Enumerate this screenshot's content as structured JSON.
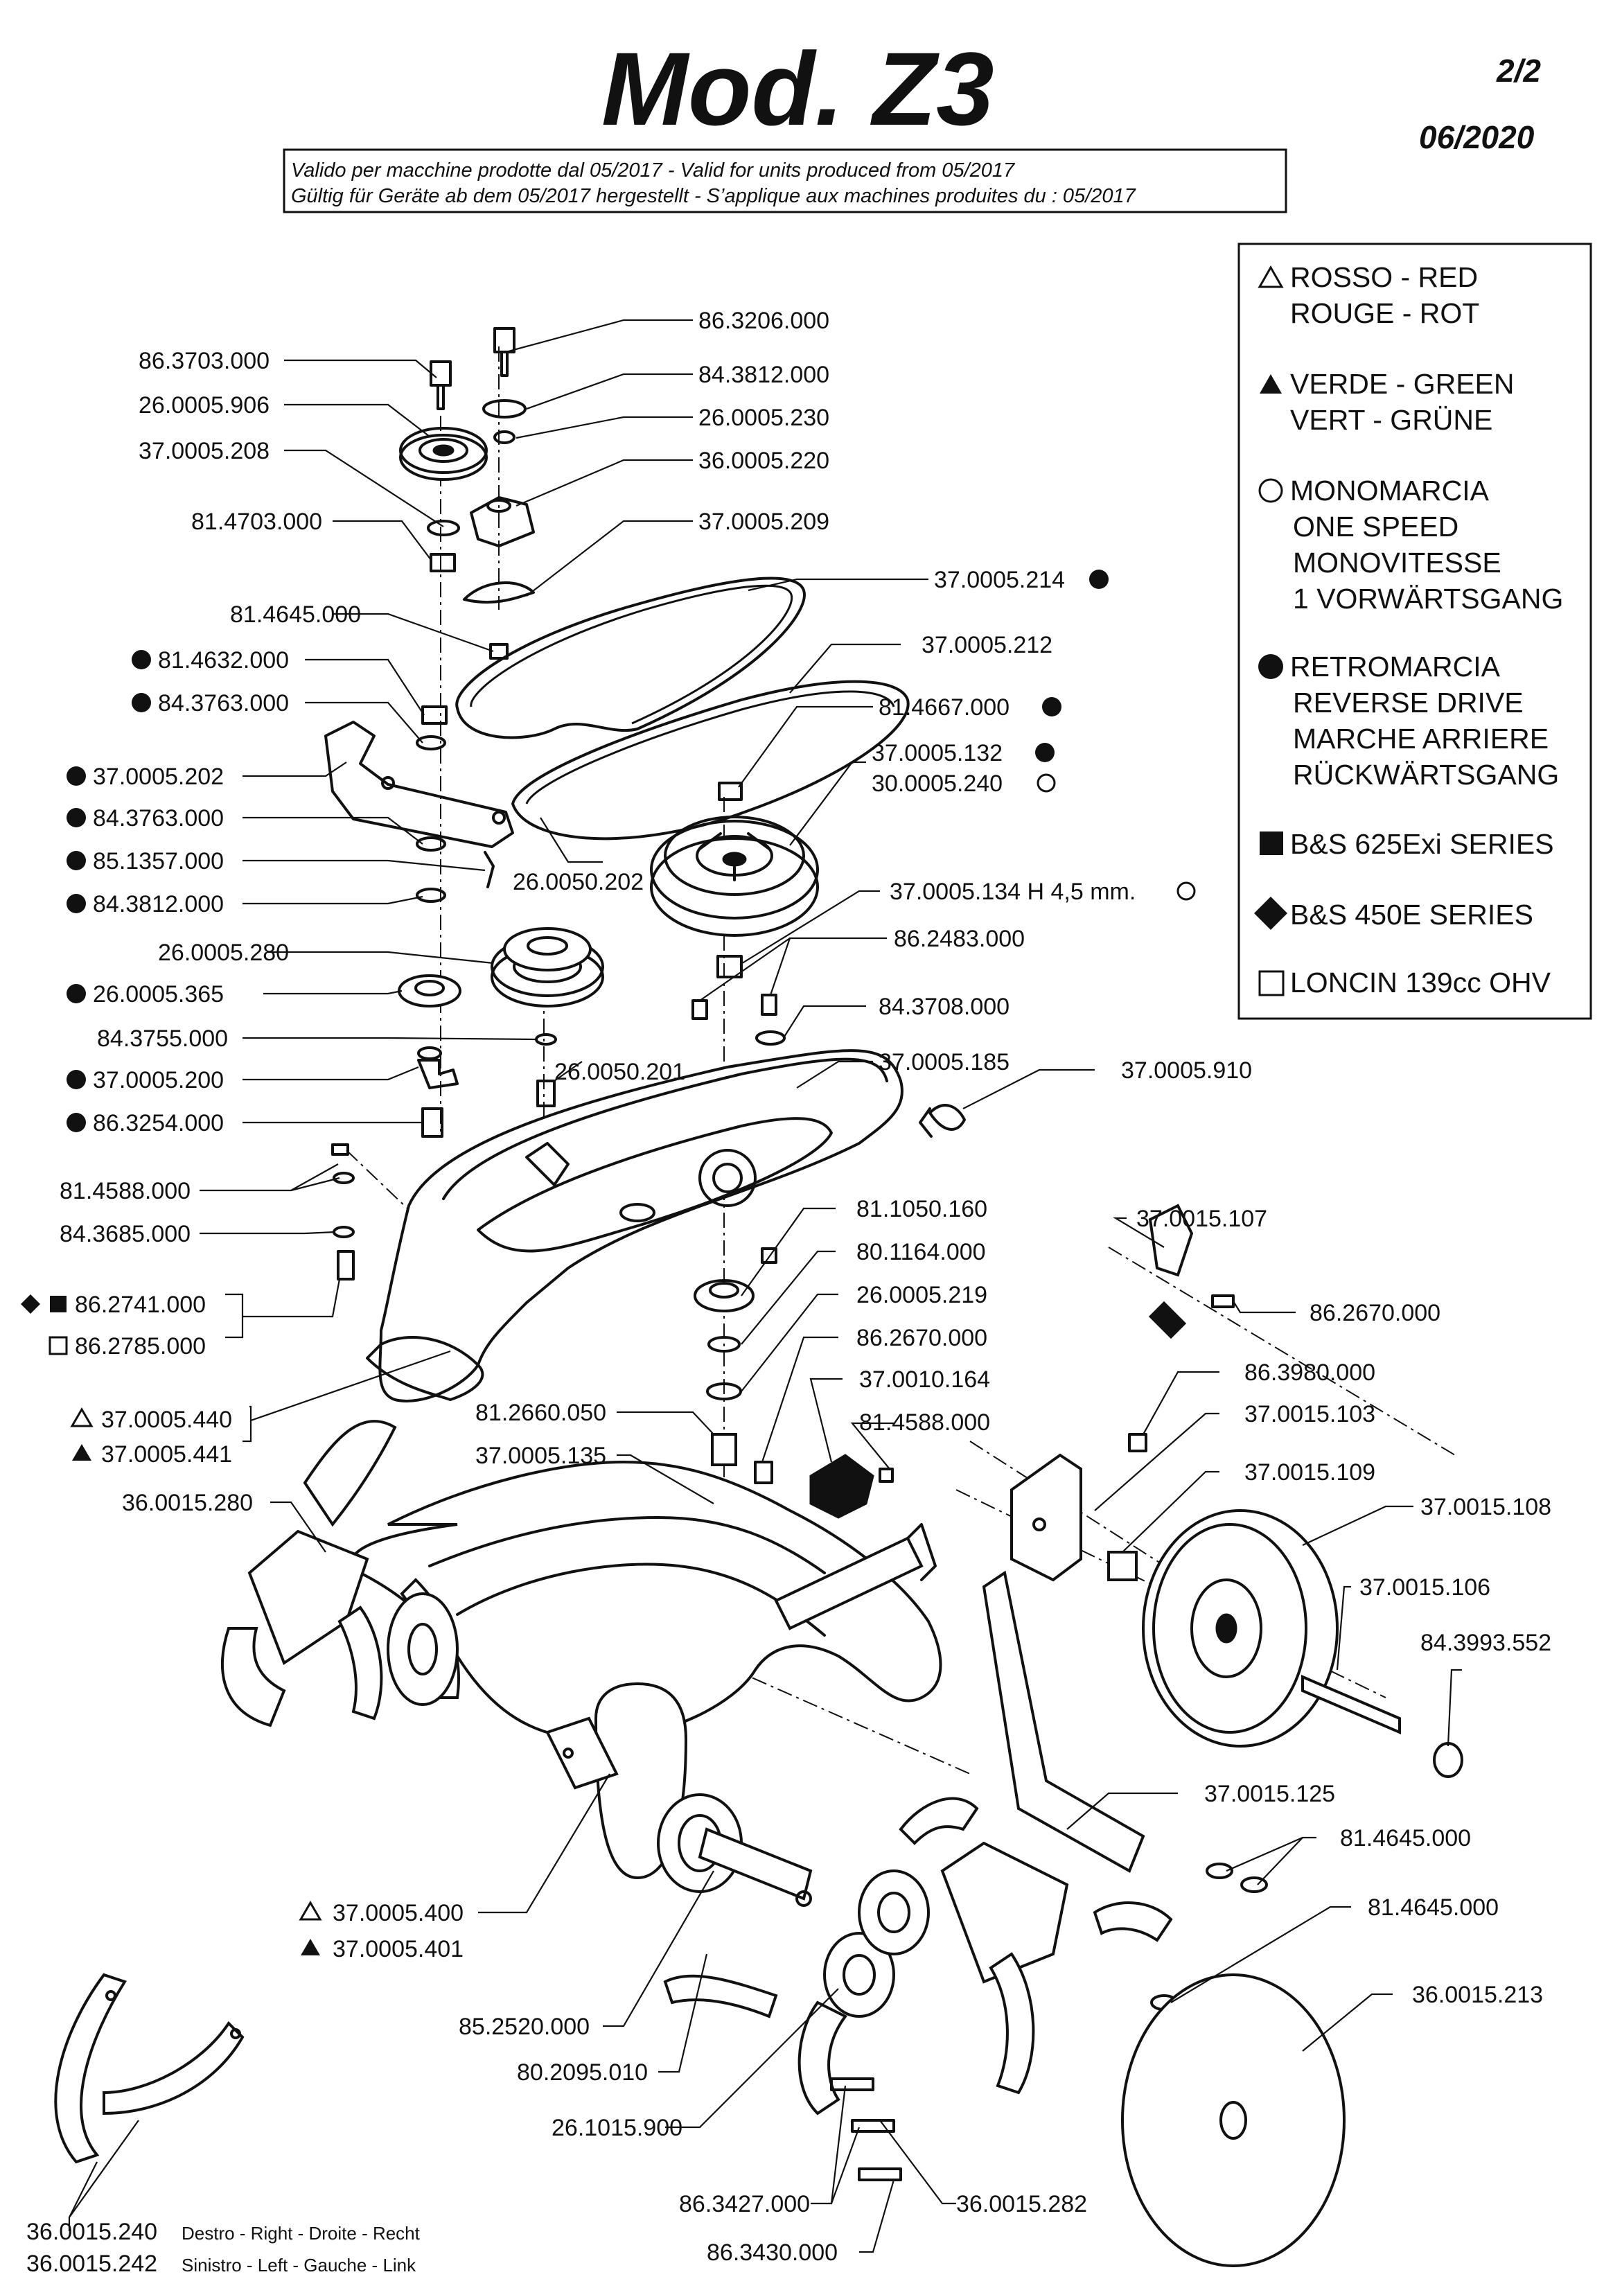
{
  "header": {
    "title": "Mod. Z3",
    "page": "2/2",
    "date": "06/2020",
    "validity_line1": "Valido per macchine prodotte dal 05/2017 - Valid for units produced from 05/2017",
    "validity_line2": "Gültig für Geräte ab dem 05/2017 hergestellt - S’applique aux machines produites du : 05/2017"
  },
  "legend": [
    {
      "symbol": "triangle-outline",
      "lines": [
        "ROSSO - RED",
        "ROUGE - ROT"
      ]
    },
    {
      "symbol": "triangle-filled",
      "lines": [
        "VERDE - GREEN",
        "VERT - GRÜNE"
      ]
    },
    {
      "symbol": "circle-outline",
      "lines": [
        "MONOMARCIA",
        "ONE SPEED",
        "MONOVITESSE",
        "1 VORWÄRTSGANG"
      ]
    },
    {
      "symbol": "circle-filled",
      "lines": [
        "RETROMARCIA",
        "REVERSE DRIVE",
        "MARCHE ARRIERE",
        "RÜCKWÄRTSGANG"
      ]
    },
    {
      "symbol": "square-filled",
      "lines": [
        "B&S 625Exi SERIES"
      ]
    },
    {
      "symbol": "diamond-filled",
      "lines": [
        "B&S 450E SERIES"
      ]
    },
    {
      "symbol": "square-outline",
      "lines": [
        "LONCIN 139cc OHV"
      ]
    }
  ],
  "labels": {
    "l01": "86.3206.000",
    "l02": "86.3703.000",
    "l03": "84.3812.000",
    "l04": "26.0005.906",
    "l05": "26.0005.230",
    "l06": "37.0005.208",
    "l07": "36.0005.220",
    "l08": "81.4703.000",
    "l09": "37.0005.209",
    "l10": "37.0005.214",
    "l11": "81.4645.000",
    "l12": "37.0005.212",
    "l13": "81.4632.000",
    "l14": "81.4667.000",
    "l15": "84.3763.000",
    "l16": "37.0005.132",
    "l17": "30.0005.240",
    "l18": "37.0005.202",
    "l19": "84.3763.000",
    "l20": "85.1357.000",
    "l21": "26.0050.202",
    "l22": "37.0005.134 H 4,5 mm.",
    "l23": "84.3812.000",
    "l24": "86.2483.000",
    "l25": "26.0005.280",
    "l26": "26.0005.365",
    "l27": "84.3708.000",
    "l28": "84.3755.000",
    "l29": "37.0005.185",
    "l30": "26.0050.201",
    "l31": "37.0005.910",
    "l32": "37.0005.200",
    "l33": "86.3254.000",
    "l34": "81.4588.000",
    "l35": "81.1050.160",
    "l36": "84.3685.000",
    "l37": "80.1164.000",
    "l38": "37.0015.107",
    "l39": "86.2741.000",
    "l40": "26.0005.219",
    "l41": "86.2670.000",
    "l42": "86.2785.000",
    "l43": "86.2670.000",
    "l44": "37.0010.164",
    "l45": "86.3980.000",
    "l46": "37.0005.440",
    "l47": "81.4588.000",
    "l48": "37.0015.103",
    "l49": "37.0005.441",
    "l50": "81.2660.050",
    "l51": "37.0005.135",
    "l52": "37.0015.109",
    "l53": "36.0015.280",
    "l54": "37.0015.108",
    "l55": "37.0015.106",
    "l56": "84.3993.552",
    "l57": "37.0015.125",
    "l58": "81.4645.000",
    "l59": "37.0005.400",
    "l60": "81.4645.000",
    "l61": "37.0005.401",
    "l62": "36.0015.213",
    "l63": "85.2520.000",
    "l64": "80.2095.010",
    "l65": "26.1015.900",
    "l66": "86.3427.000",
    "l67": "36.0015.240",
    "l68": "36.0015.282",
    "l69": "36.0015.242",
    "l70": "86.3430.000"
  },
  "footer": {
    "right_desc": "Destro - Right - Droite - Recht",
    "left_desc": "Sinistro - Left - Gauche - Link"
  }
}
